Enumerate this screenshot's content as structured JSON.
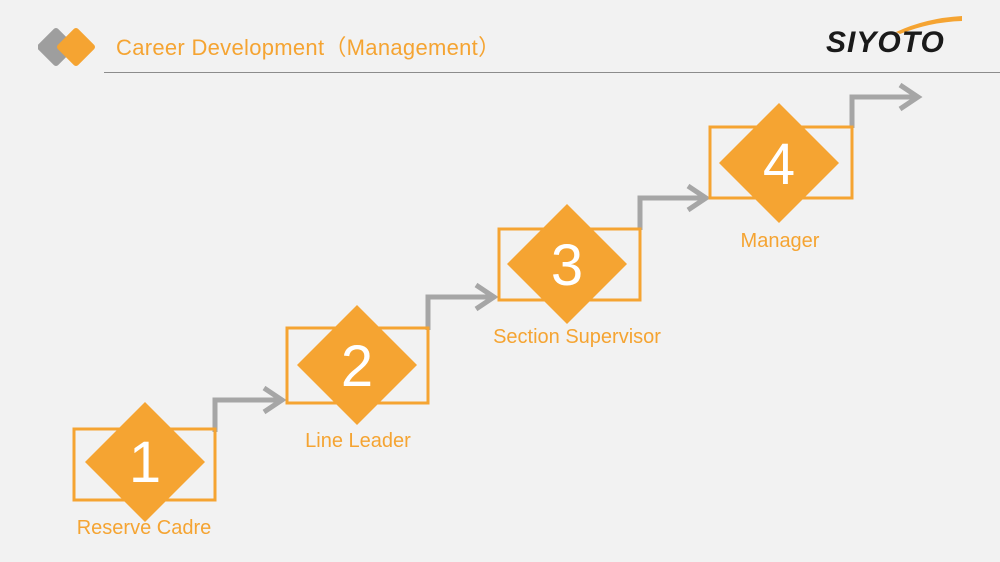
{
  "header": {
    "title": "Career Development（Management）",
    "logo_text": "SIYOTO",
    "icon": "double-diamond-icon"
  },
  "steps": [
    {
      "number": "1",
      "label": "Reserve Cadre"
    },
    {
      "number": "2",
      "label": "Line Leader"
    },
    {
      "number": "3",
      "label": "Section Supervisor"
    },
    {
      "number": "4",
      "label": "Manager"
    }
  ],
  "colors": {
    "accent": "#f5a432",
    "arrow": "#a6a6a6",
    "background": "#f2f2f2",
    "icon_gray": "#9e9e9e"
  }
}
